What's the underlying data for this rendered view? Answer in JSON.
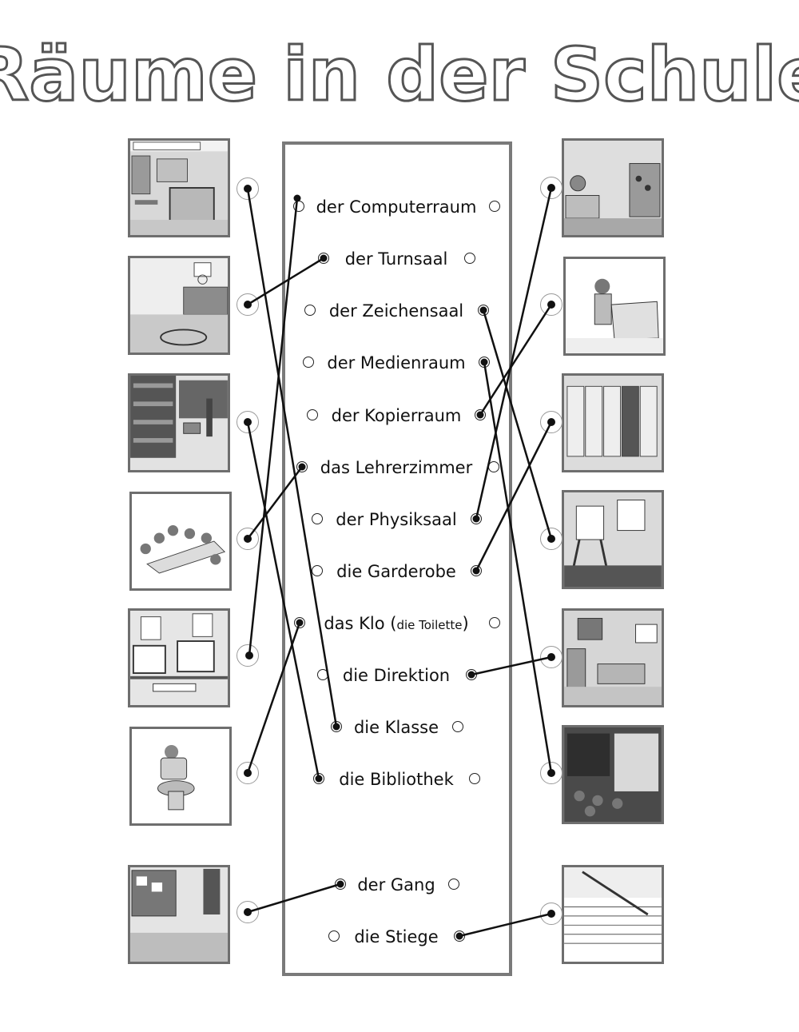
{
  "title": "Räume in der Schule",
  "words": [
    {
      "id": "computerraum",
      "label": "der Computerraum"
    },
    {
      "id": "turnsaal",
      "label": "der Turnsaal"
    },
    {
      "id": "zeichensaal",
      "label": "der Zeichensaal"
    },
    {
      "id": "medienraum",
      "label": "der Medienraum"
    },
    {
      "id": "kopierraum",
      "label": "der Kopierraum"
    },
    {
      "id": "lehrerzimmer",
      "label": "das Lehrerzimmer"
    },
    {
      "id": "physiksaal",
      "label": "der Physiksaal"
    },
    {
      "id": "garderobe",
      "label": "die Garderobe"
    },
    {
      "id": "klo",
      "label": "das Klo (",
      "note": "die Toilette",
      "label_end": ")"
    },
    {
      "id": "direktion",
      "label": "die Direktion"
    },
    {
      "id": "klasse",
      "label": "die Klasse"
    },
    {
      "id": "bibliothek",
      "label": "die Bibliothek"
    },
    {
      "id": "gang",
      "label": "der Gang"
    },
    {
      "id": "stiege",
      "label": "die Stiege"
    }
  ],
  "left_pictures": [
    "classroom",
    "gym",
    "library",
    "teachers-room",
    "computer-room",
    "toilet",
    "hallway"
  ],
  "right_pictures": [
    "physics-lab",
    "copy-room",
    "lockers",
    "art-room",
    "principal-office",
    "media-room",
    "stairs"
  ],
  "matches": [
    {
      "picture": "classroom",
      "word": "klasse"
    },
    {
      "picture": "gym",
      "word": "turnsaal"
    },
    {
      "picture": "library",
      "word": "bibliothek"
    },
    {
      "picture": "teachers-room",
      "word": "lehrerzimmer"
    },
    {
      "picture": "computer-room",
      "word": "computerraum"
    },
    {
      "picture": "toilet",
      "word": "klo"
    },
    {
      "picture": "hallway",
      "word": "gang"
    },
    {
      "picture": "physics-lab",
      "word": "physiksaal"
    },
    {
      "picture": "copy-room",
      "word": "kopierraum"
    },
    {
      "picture": "lockers",
      "word": "garderobe"
    },
    {
      "picture": "art-room",
      "word": "zeichensaal"
    },
    {
      "picture": "principal-office",
      "word": "direktion"
    },
    {
      "picture": "media-room",
      "word": "medienraum"
    },
    {
      "picture": "stairs",
      "word": "stiege"
    }
  ],
  "colors": {
    "line": "#111111",
    "frame": "#6e6e6e",
    "title_outline": "#555555"
  }
}
